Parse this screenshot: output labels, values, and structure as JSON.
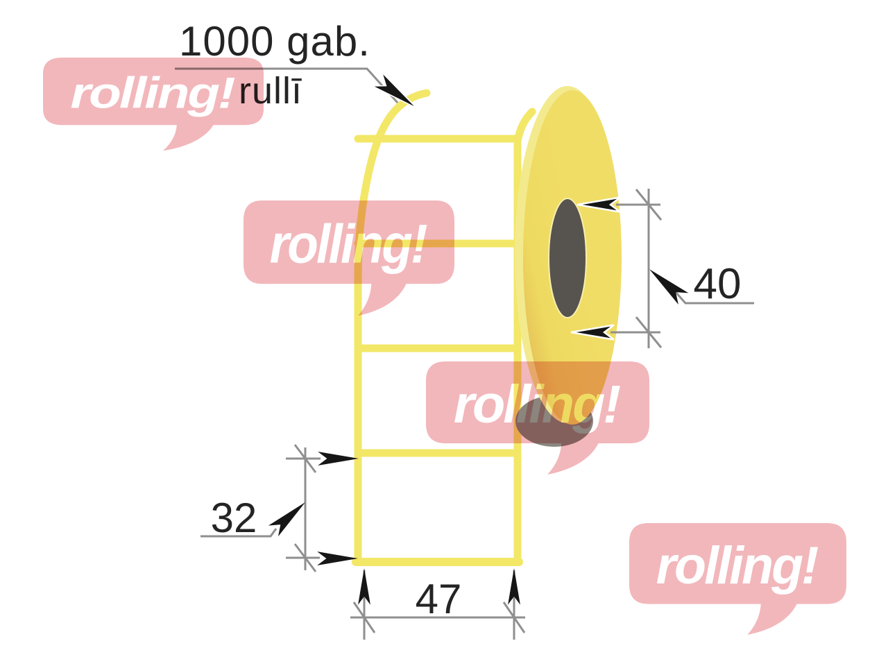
{
  "callout": {
    "line1": "1000 gab.",
    "line2": "rullī"
  },
  "dimensions": {
    "core_diameter": "40",
    "label_height": "32",
    "label_width": "47"
  },
  "watermark": {
    "label": "rolling!",
    "bubble_color": "#f2b7bb",
    "text_color": "#ffffff"
  },
  "colors": {
    "strip_yellow": "#f3e768",
    "roll_face": "#eeda60",
    "roll_face_shaded": "#ddb24e",
    "roll_highlight": "#f3ea8e",
    "roll_shadow": "#8b857e",
    "core_gray": "#57534f",
    "dim_line_gray": "#8f8f8f",
    "arrow_black": "#161616",
    "text_black": "#242424"
  }
}
